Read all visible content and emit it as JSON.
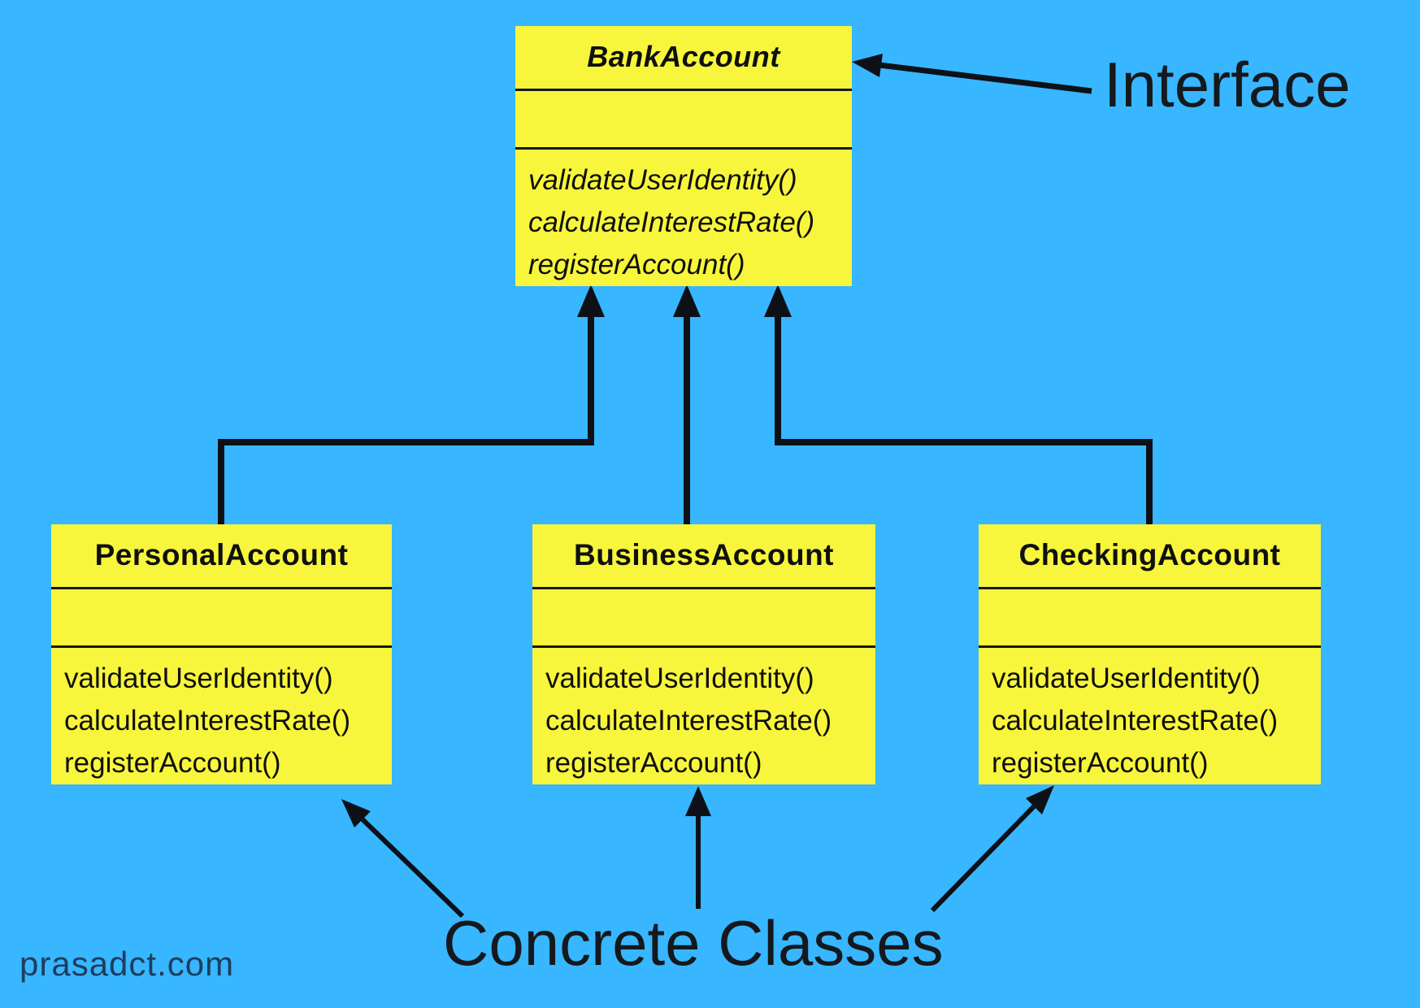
{
  "diagram_type": "uml-class-diagram",
  "colors": {
    "background": "#38B6FF",
    "box_fill": "#F7F63C",
    "line": "#0D1117",
    "watermark_text": "#1D3D5E"
  },
  "interface_class": {
    "name": "BankAccount",
    "attributes": "",
    "methods": [
      "validateUserIdentity()",
      "calculateInterestRate()",
      "registerAccount()"
    ]
  },
  "concrete_classes": [
    {
      "name": "PersonalAccount",
      "attributes": "",
      "methods": [
        "validateUserIdentity()",
        "calculateInterestRate()",
        "registerAccount()"
      ]
    },
    {
      "name": "BusinessAccount",
      "attributes": "",
      "methods": [
        "validateUserIdentity()",
        "calculateInterestRate()",
        "registerAccount()"
      ]
    },
    {
      "name": "CheckingAccount",
      "attributes": "",
      "methods": [
        "validateUserIdentity()",
        "calculateInterestRate()",
        "registerAccount()"
      ]
    }
  ],
  "annotations": {
    "interface_label": "Interface",
    "concrete_label": "Concrete Classes",
    "watermark": "prasadct.com"
  }
}
